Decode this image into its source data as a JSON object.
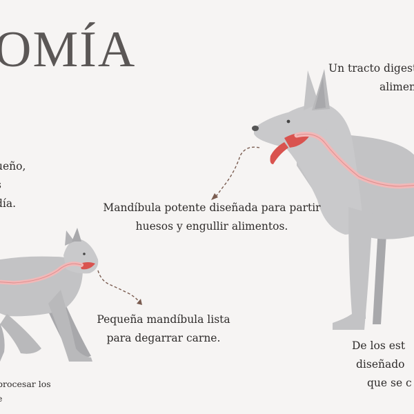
{
  "title": "OMÍA",
  "labels": {
    "dog_top": [
      "Un tracto digest",
      "alimen"
    ],
    "cat_side": [
      "ueño,",
      "s",
      "día."
    ],
    "dog_jaw": [
      "Mandíbula potente diseñada para partir",
      "huesos y engullir alimentos."
    ],
    "cat_jaw": [
      "Pequeña mandíbula lista",
      "para degarrar carne."
    ],
    "dog_bottom": [
      "De los est",
      "diseñado",
      "que se c"
    ],
    "cat_bottom": [
      "procesar los",
      "e"
    ]
  },
  "colors": {
    "background": "#f6f4f3",
    "animal": "#c3c3c5",
    "animal_dark": "#a8a8ab",
    "digestive_tract": "#f1b8b8",
    "mouth": "#d9534f",
    "arrow": "#7a5c50"
  }
}
